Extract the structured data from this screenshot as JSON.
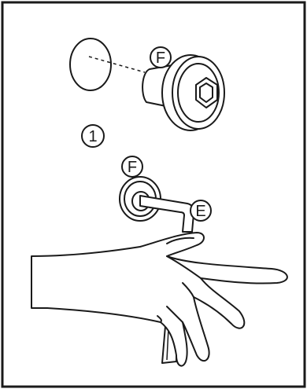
{
  "step": {
    "number": "1"
  },
  "callouts": {
    "cap_fitting": "F",
    "wrench_fitting": "F",
    "allen_key": "E"
  },
  "colors": {
    "ink": "#1a1a1a",
    "paper": "#ffffff"
  },
  "icons": {
    "cap": "round-cap-icon",
    "fitting": "hex-socket-fitting-icon",
    "key": "allen-key-icon",
    "hand": "hand-icon"
  }
}
